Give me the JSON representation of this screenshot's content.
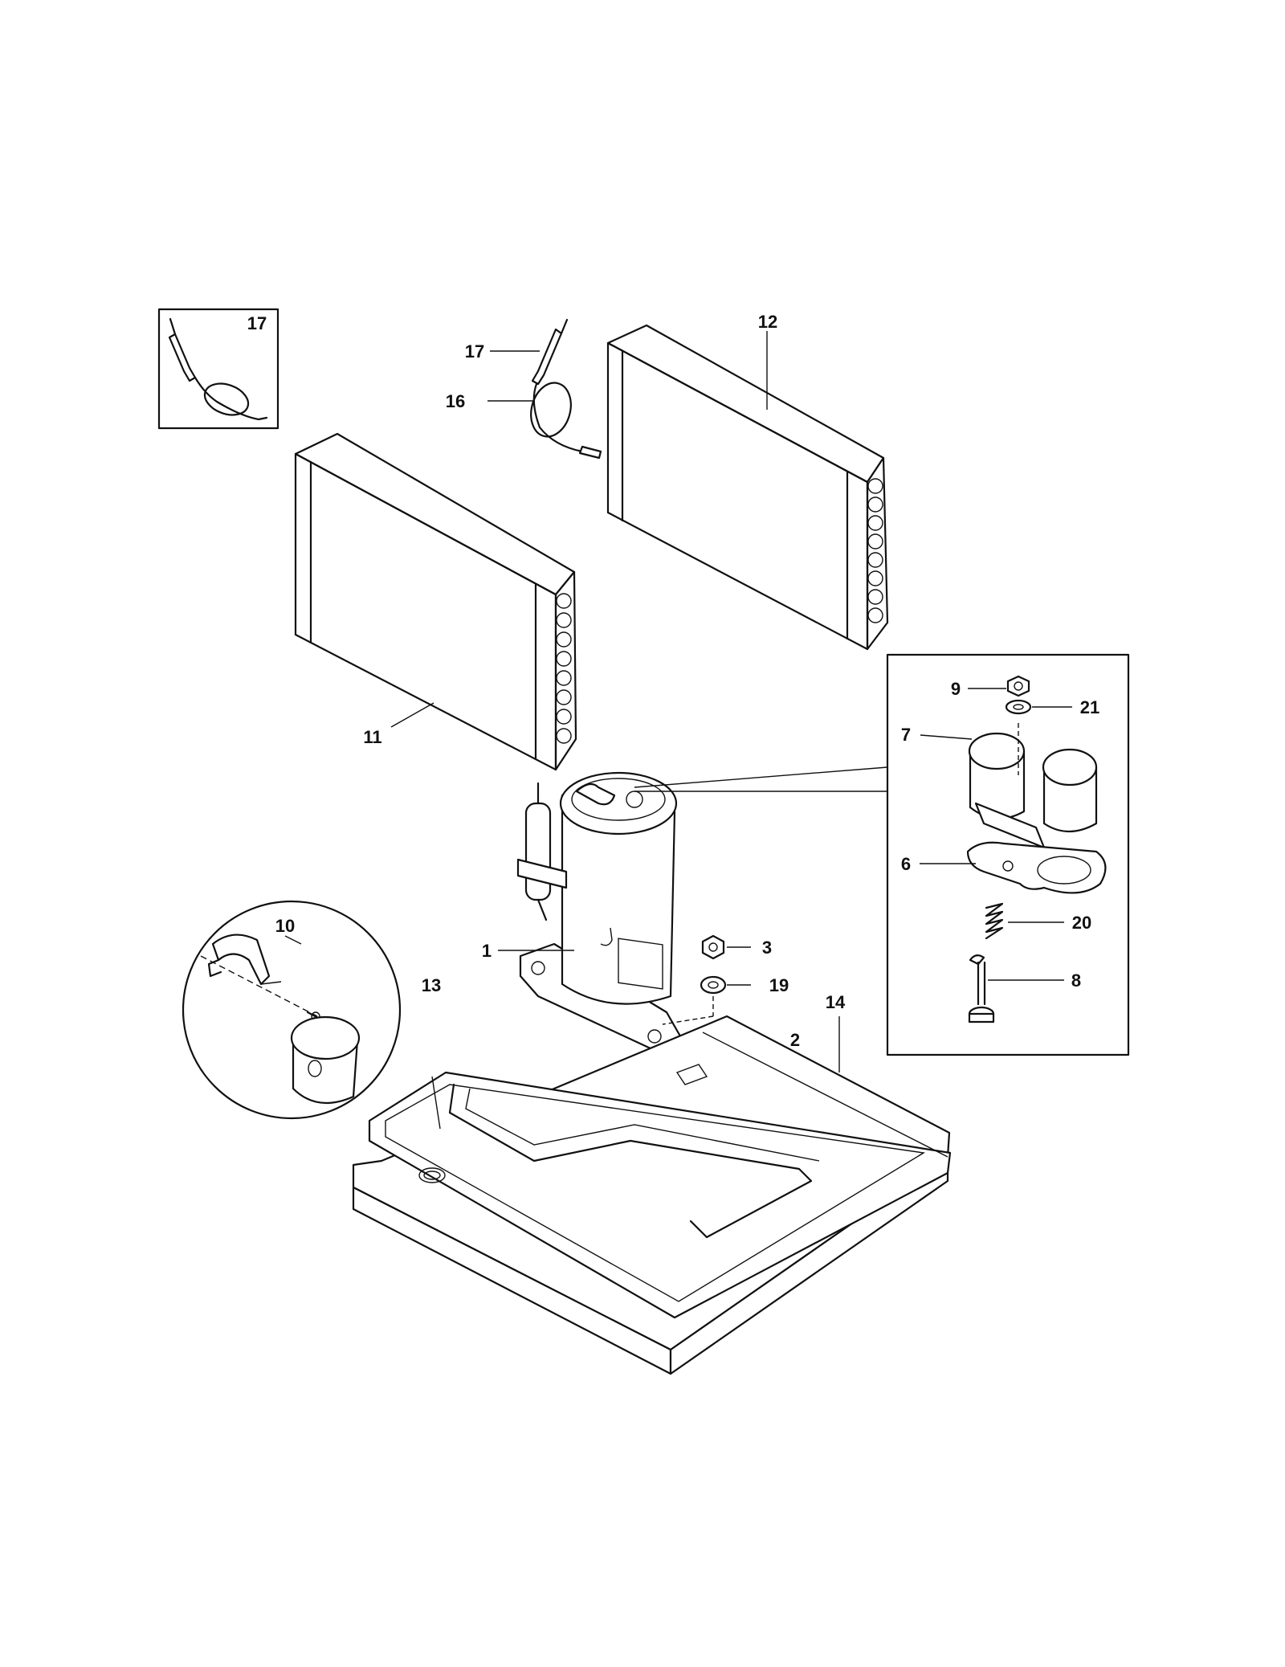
{
  "diagram": {
    "callouts": {
      "c1": "1",
      "c2": "2",
      "c3": "3",
      "c6": "6",
      "c7": "7",
      "c8": "8",
      "c9": "9",
      "c10": "10",
      "c11": "11",
      "c12": "12",
      "c13": "13",
      "c14": "14",
      "c16": "16",
      "c17a": "17",
      "c17b": "17",
      "c19": "19",
      "c20": "20",
      "c21": "21"
    }
  }
}
